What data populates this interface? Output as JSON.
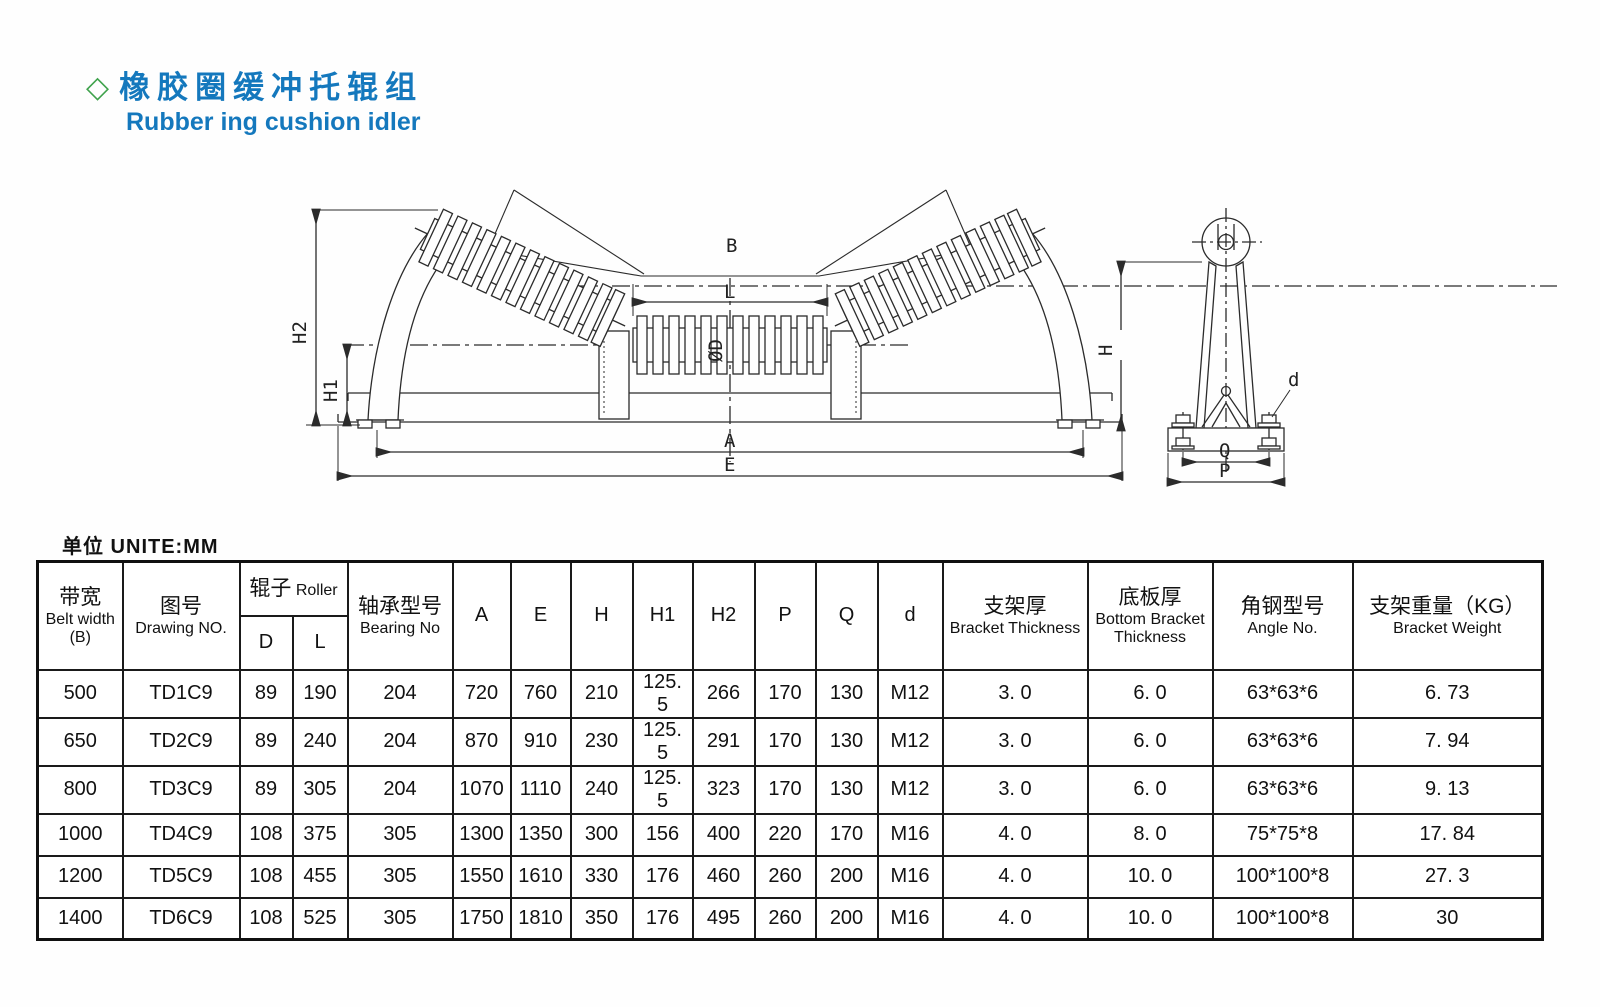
{
  "header": {
    "diamond": "◇",
    "title_cn": "橡胶圈缓冲托辊组",
    "title_en": "Rubber ing cushion idler"
  },
  "unit_note": "单位 UNITE:MM",
  "colors": {
    "title_blue": "#1478bd",
    "diamond_green": "#3fa24c",
    "drawing_line": "#2b2b2b",
    "table_border": "#1a1a1a"
  },
  "drawing": {
    "front_labels": {
      "b": "B",
      "l": "L",
      "h2": "H2",
      "h1": "H1",
      "phi_d": "ØD",
      "a": "A",
      "e": "E",
      "h": "H"
    },
    "side_labels": {
      "d": "d",
      "q": "Q",
      "p": "P"
    }
  },
  "table": {
    "col_headers": {
      "belt_width_cn": "带宽",
      "belt_width_en": "Belt width",
      "belt_width_sub": "(B)",
      "drawing_no_cn": "图号",
      "drawing_no_en": "Drawing NO.",
      "roller_cn": "辊子",
      "roller_en": "Roller",
      "roller_d": "D",
      "roller_l": "L",
      "bearing_cn": "轴承型号",
      "bearing_en": "Bearing No",
      "dims": [
        "A",
        "E",
        "H",
        "H1",
        "H2",
        "P",
        "Q",
        "d"
      ],
      "bracket_thickness_cn": "支架厚",
      "bracket_thickness_en": "Bracket Thickness",
      "bottom_bracket_cn": "底板厚",
      "bottom_bracket_en1": "Bottom Bracket",
      "bottom_bracket_en2": "Thickness",
      "angle_cn": "角钢型号",
      "angle_en": "Angle No.",
      "weight_cn": "支架重量（KG）",
      "weight_en": "Bracket Weight"
    },
    "rows": [
      [
        "500",
        "TD1C9",
        "89",
        "190",
        "204",
        "720",
        "760",
        "210",
        "125. 5",
        "266",
        "170",
        "130",
        "M12",
        "3. 0",
        "6. 0",
        "63*63*6",
        "6. 73"
      ],
      [
        "650",
        "TD2C9",
        "89",
        "240",
        "204",
        "870",
        "910",
        "230",
        "125. 5",
        "291",
        "170",
        "130",
        "M12",
        "3. 0",
        "6. 0",
        "63*63*6",
        "7. 94"
      ],
      [
        "800",
        "TD3C9",
        "89",
        "305",
        "204",
        "1070",
        "1110",
        "240",
        "125. 5",
        "323",
        "170",
        "130",
        "M12",
        "3. 0",
        "6. 0",
        "63*63*6",
        "9. 13"
      ],
      [
        "1000",
        "TD4C9",
        "108",
        "375",
        "305",
        "1300",
        "1350",
        "300",
        "156",
        "400",
        "220",
        "170",
        "M16",
        "4. 0",
        "8. 0",
        "75*75*8",
        "17. 84"
      ],
      [
        "1200",
        "TD5C9",
        "108",
        "455",
        "305",
        "1550",
        "1610",
        "330",
        "176",
        "460",
        "260",
        "200",
        "M16",
        "4. 0",
        "10. 0",
        "100*100*8",
        "27. 3"
      ],
      [
        "1400",
        "TD6C9",
        "108",
        "525",
        "305",
        "1750",
        "1810",
        "350",
        "176",
        "495",
        "260",
        "200",
        "M16",
        "4. 0",
        "10. 0",
        "100*100*8",
        "30"
      ]
    ]
  }
}
